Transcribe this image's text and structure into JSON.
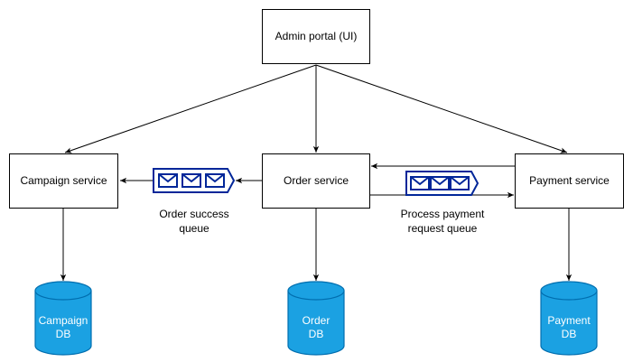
{
  "colors": {
    "line": "#000000",
    "db_fill": "#1BA1E2",
    "db_stroke": "#006EAF",
    "db_text": "#ffffff",
    "queue_fill": "#ffffff",
    "queue_stroke": "#002699"
  },
  "nodes": {
    "admin_portal": {
      "label": "Admin portal (UI)"
    },
    "campaign_service": {
      "label": "Campaign service"
    },
    "order_service": {
      "label": "Order service"
    },
    "payment_service": {
      "label": "Payment service"
    }
  },
  "queues": {
    "order_success": {
      "line1": "Order success",
      "line2": "queue",
      "icon": "envelope-queue-icon"
    },
    "process_payment": {
      "line1": "Process payment",
      "line2": "request queue",
      "icon": "envelope-queue-icon"
    }
  },
  "databases": {
    "campaign_db": {
      "line1": "Campaign",
      "line2": "DB",
      "icon": "database-cylinder-icon"
    },
    "order_db": {
      "line1": "Order",
      "line2": "DB",
      "icon": "database-cylinder-icon"
    },
    "payment_db": {
      "line1": "Payment",
      "line2": "DB",
      "icon": "database-cylinder-icon"
    }
  }
}
